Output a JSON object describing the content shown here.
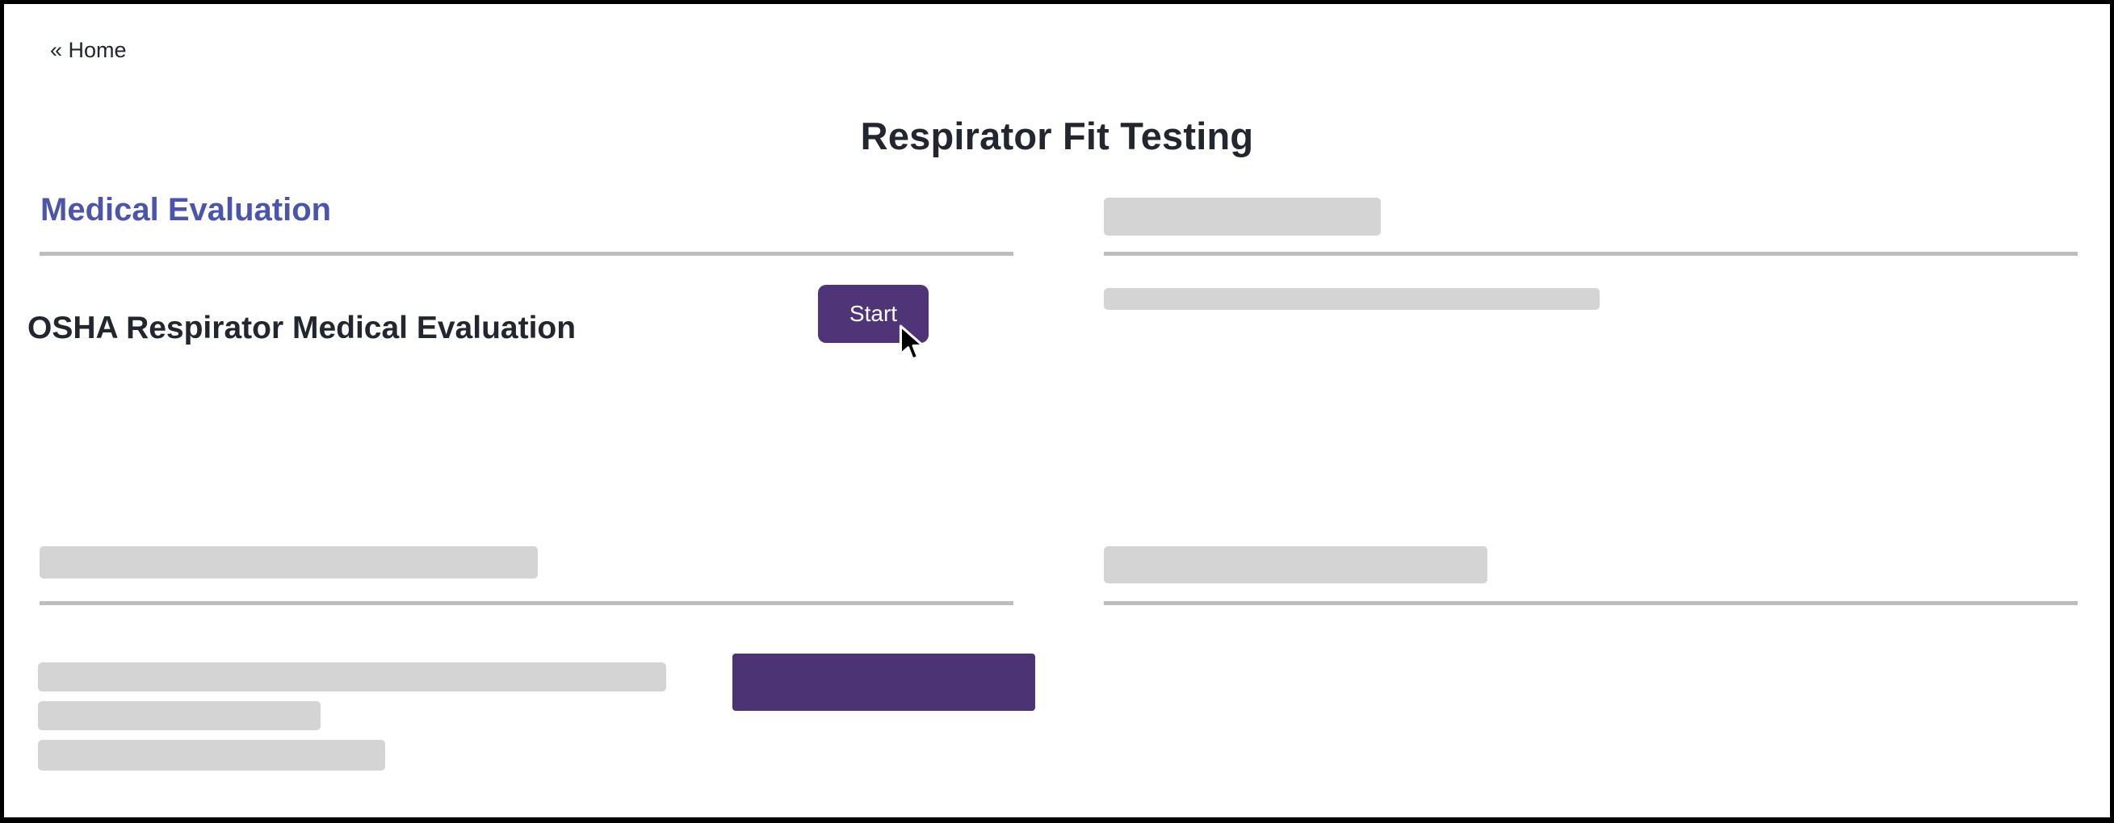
{
  "nav": {
    "home_label": "« Home"
  },
  "header": {
    "title": "Respirator Fit Testing"
  },
  "sections": {
    "medical_evaluation": {
      "heading": "Medical Evaluation",
      "row": {
        "label": "OSHA Respirator Medical Evaluation",
        "button_label": "Start"
      }
    }
  },
  "colors": {
    "accent-purple": "#4f3577",
    "accent-purple-dark": "#4c3474",
    "heading-indigo": "#4b55a9",
    "text-dark": "#22262e",
    "placeholder-gray": "#d4d4d4",
    "divider-gray": "#bdbdbd",
    "page-border": "#000000"
  }
}
